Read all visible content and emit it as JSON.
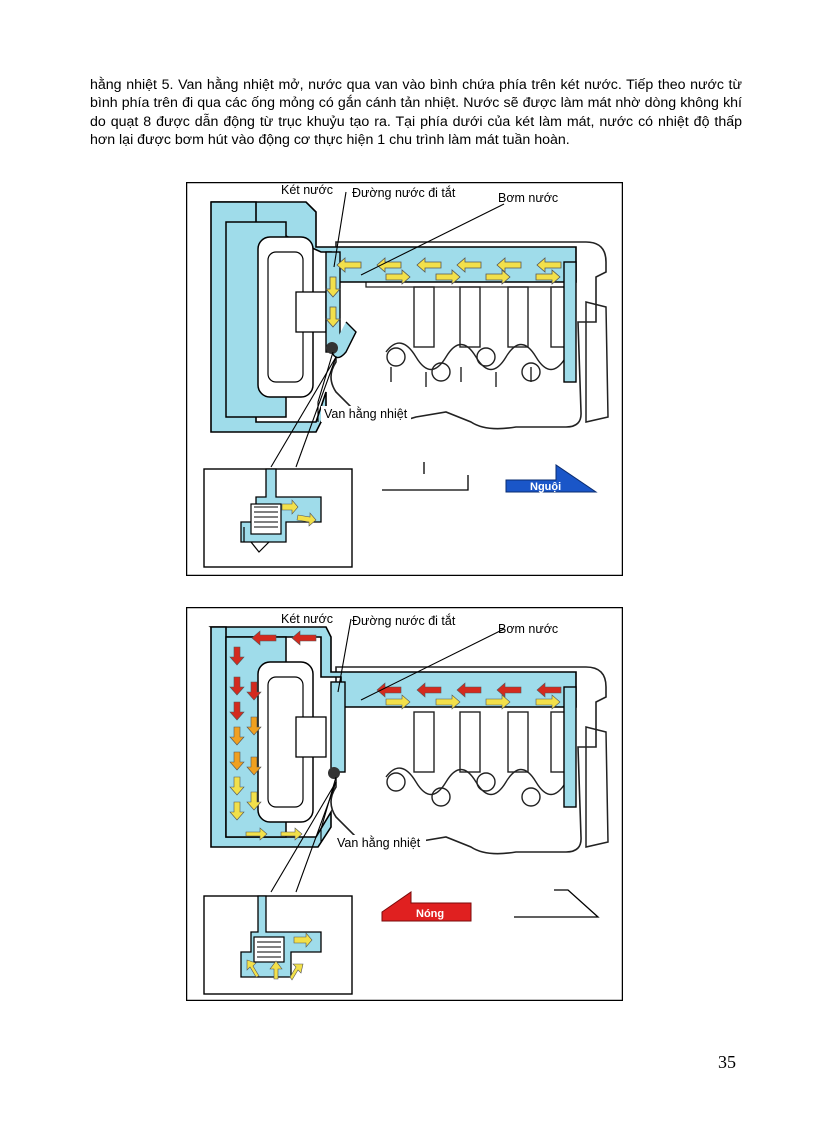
{
  "paragraph": "hằng nhiệt 5. Van hằng nhiệt mở, nước qua van vào bình chứa phía trên két nước. Tiếp theo nước từ bình phía trên đi qua các ống mỏng có gắn cánh tản nhiệt. Nước sẽ được làm mát nhờ dòng không khí do quạt 8 được dẫn động từ trục khuỷu tạo ra. Tại phía dưới của két làm mát, nước có nhiệt độ thấp hơn lại được bơm hút vào động cơ thực hiện 1 chu trình làm mát tuần hoàn.",
  "figures": [
    {
      "label_radiator": "Két nước",
      "label_bypass": "Đường nước đi tắt",
      "label_pump": "Bơm nước",
      "label_thermostat": "Van hằng nhiệt",
      "state_label": "Nguội",
      "state_color": "#1a56c8"
    },
    {
      "label_radiator": "Két nước",
      "label_bypass": "Đường nước đi tắt",
      "label_pump": "Bơm nước",
      "label_thermostat": "Van hằng nhiệt",
      "state_label": "Nóng",
      "state_color": "#e02020"
    }
  ],
  "colors": {
    "coolant": "#9fdcea",
    "flow_yellow": "#f2e04a",
    "flow_red": "#d42a1e",
    "flow_orange": "#f0a020"
  },
  "page_number": "35"
}
